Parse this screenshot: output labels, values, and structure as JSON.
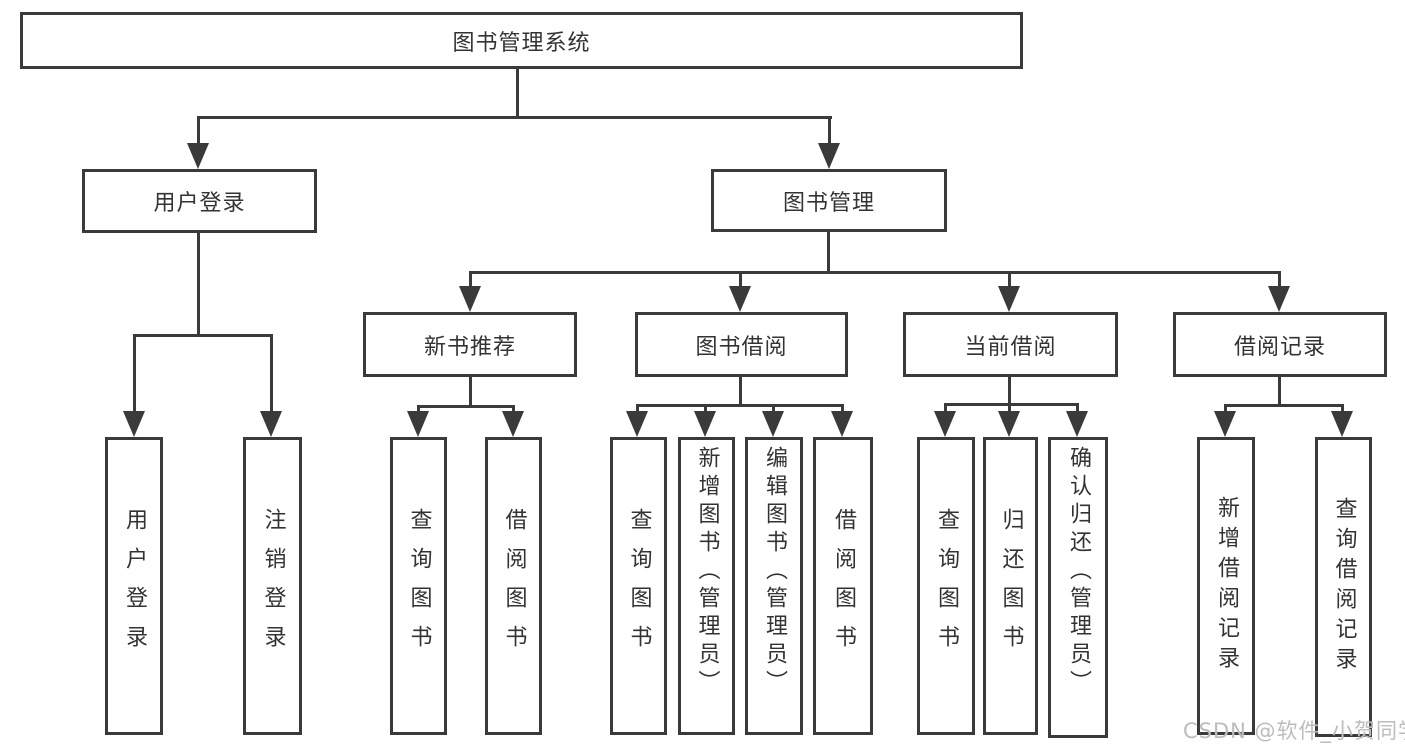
{
  "title": "图书管理系统",
  "tree": {
    "root": {
      "label": "图书管理系统"
    },
    "branches": [
      {
        "label": "用户登录",
        "children": [
          {
            "label": "用户登录"
          },
          {
            "label": "注销登录"
          }
        ]
      },
      {
        "label": "图书管理",
        "groups": [
          {
            "label": "新书推荐",
            "children": [
              {
                "label": "查询图书"
              },
              {
                "label": "借阅图书"
              }
            ]
          },
          {
            "label": "图书借阅",
            "children": [
              {
                "label": "查询图书"
              },
              {
                "label": "新增图书（管理员）"
              },
              {
                "label": "编辑图书（管理员）"
              },
              {
                "label": "借阅图书"
              }
            ]
          },
          {
            "label": "当前借阅",
            "children": [
              {
                "label": "查询图书"
              },
              {
                "label": "归还图书"
              },
              {
                "label": "确认归还（管理员）"
              }
            ]
          },
          {
            "label": "借阅记录",
            "children": [
              {
                "label": "新增借阅记录"
              },
              {
                "label": "查询借阅记录"
              }
            ]
          }
        ]
      }
    ]
  },
  "watermark": {
    "text": "CSDN @软件_小贺同学"
  },
  "colors": {
    "line": "#3a3a3a",
    "background": "#ffffff",
    "text": "#333333",
    "watermark": "#bcbcbc"
  }
}
